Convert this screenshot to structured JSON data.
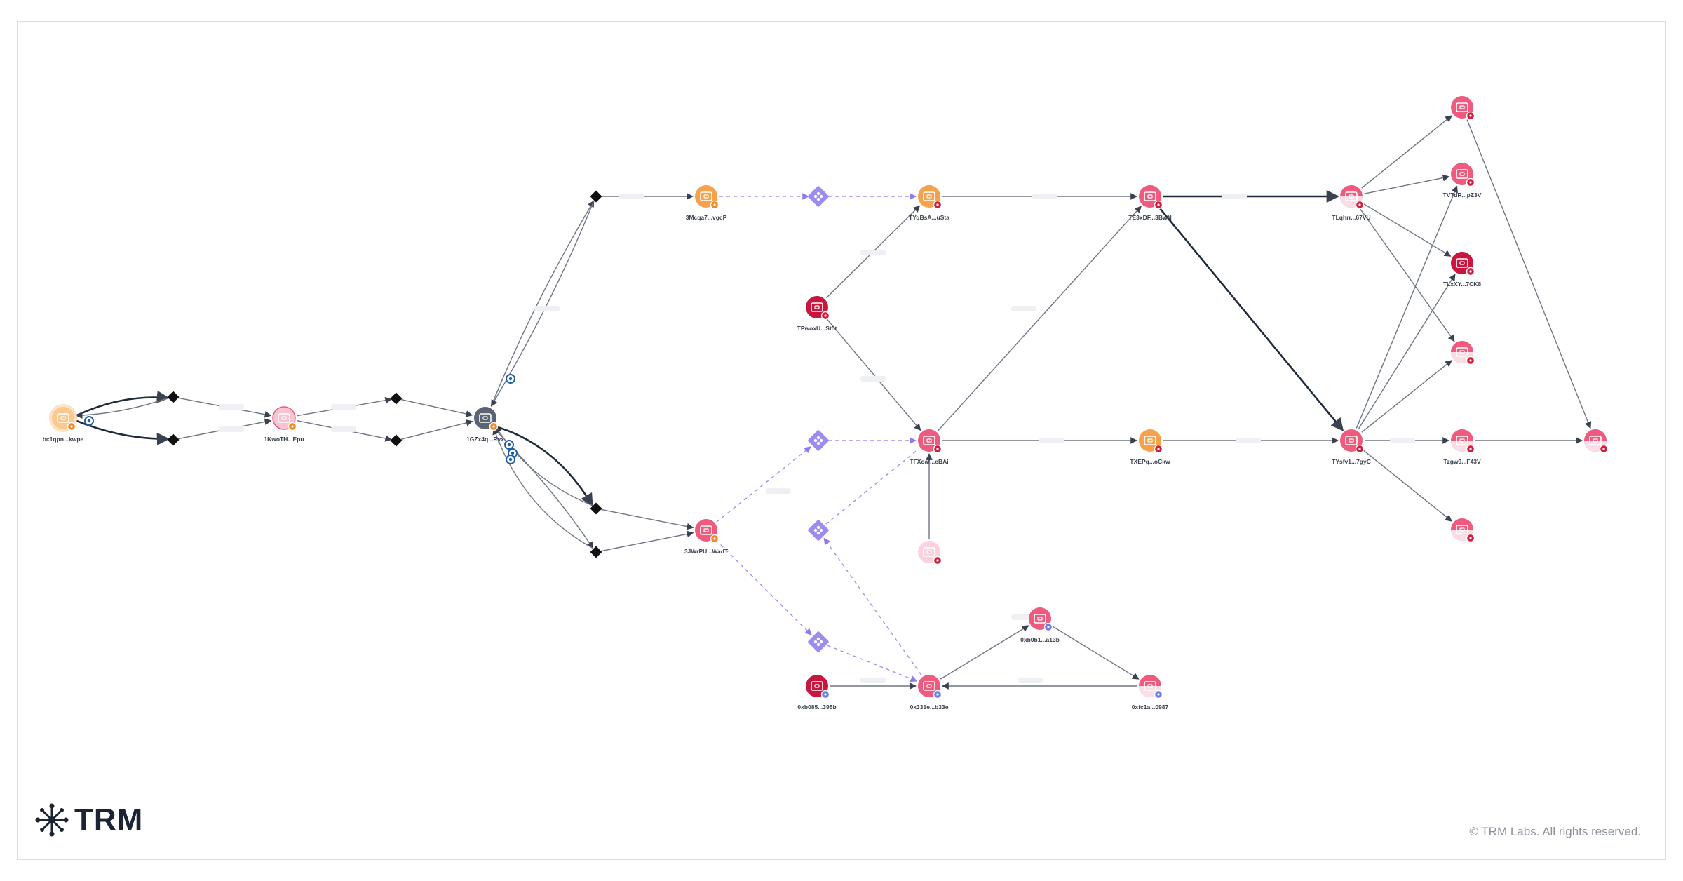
{
  "brand": {
    "logo_text": "TRM",
    "logo_icon": "network-star-icon"
  },
  "footer": {
    "copyright": "© TRM Labs. All rights reserved."
  },
  "colors": {
    "edge": "#6e7583",
    "edge_dark": "#1e2a3a",
    "edge_dashed": "#a28ff2",
    "orange": "#f6a24c",
    "orange_light": "#fbc98f",
    "pink": "#ef5a7f",
    "pink_light": "#f9c3d1",
    "crimson": "#c8163f",
    "slate": "#5b6474",
    "connector": "#9c8cf0",
    "badge_blue": "#1f5fa3",
    "badge_red": "#d01f3c",
    "badge_orange": "#f08a24"
  },
  "graph": {
    "nodes": [
      {
        "id": "n1",
        "label": "bc1qpn...kwpe",
        "kind": "orange_light",
        "badge": "bitcoin"
      },
      {
        "id": "n2",
        "label": "1KwoTH...Epu",
        "kind": "pink_light",
        "badge": "bitcoin"
      },
      {
        "id": "n3",
        "label": "1GZx4q...Ryx",
        "kind": "slate",
        "badge": "bitcoin"
      },
      {
        "id": "n4",
        "label": "3Mcqa7...vgcP",
        "kind": "orange",
        "badge": "bitcoin"
      },
      {
        "id": "n5",
        "label": "3JWrPU...WadT",
        "kind": "pink",
        "badge": "bitcoin"
      },
      {
        "id": "n6",
        "label": "TYqBsA...uSta",
        "kind": "orange",
        "badge": "tron"
      },
      {
        "id": "n7",
        "label": "TPwoxU...St5t",
        "kind": "crimson",
        "badge": "tron"
      },
      {
        "id": "n8",
        "label": "TFXoaf...eBAi",
        "kind": "pink",
        "badge": "tron"
      },
      {
        "id": "n9",
        "label": "",
        "kind": "pink_faded",
        "badge": "tron"
      },
      {
        "id": "n10",
        "label": "0xb085...395b",
        "kind": "crimson",
        "badge": "ethereum"
      },
      {
        "id": "n11",
        "label": "0x331e...b33e",
        "kind": "pink",
        "badge": "ethereum"
      },
      {
        "id": "n12",
        "label": "0xb0b1...a13b",
        "kind": "pink",
        "badge": "ethereum"
      },
      {
        "id": "n13",
        "label": "0xfc1a...0987",
        "kind": "pink_split",
        "badge": "ethereum"
      },
      {
        "id": "n14",
        "label": "TE3xDF...3BwN",
        "kind": "pink",
        "badge": "tron"
      },
      {
        "id": "n15",
        "label": "TXEPq...oCkw",
        "kind": "orange",
        "badge": "tron"
      },
      {
        "id": "n16",
        "label": "TLqhrr...67VU",
        "kind": "pink_split",
        "badge": "tron"
      },
      {
        "id": "n17",
        "label": "TYsfv1...7gyC",
        "kind": "pink",
        "badge": "tron"
      },
      {
        "id": "n18",
        "label": "",
        "kind": "pink",
        "badge": "tron"
      },
      {
        "id": "n19",
        "label": "TV7dR...pZ3V",
        "kind": "pink",
        "badge": "tron"
      },
      {
        "id": "n20",
        "label": "TLxXY...7CK8",
        "kind": "crimson",
        "badge": "tron"
      },
      {
        "id": "n21",
        "label": "",
        "kind": "pink_split",
        "badge": "tron"
      },
      {
        "id": "n22",
        "label": "Tzgw9...F43V",
        "kind": "pink_split",
        "badge": "tron"
      },
      {
        "id": "n23",
        "label": "",
        "kind": "pink_split",
        "badge": "tron"
      },
      {
        "id": "n24",
        "label": "",
        "kind": "pink_split",
        "badge": "tron"
      }
    ],
    "junctions": [
      "j1",
      "j2",
      "j3",
      "j4",
      "j5",
      "j6",
      "j7",
      "j8"
    ],
    "connectors": [
      "c1",
      "c2",
      "c3",
      "c4"
    ]
  }
}
